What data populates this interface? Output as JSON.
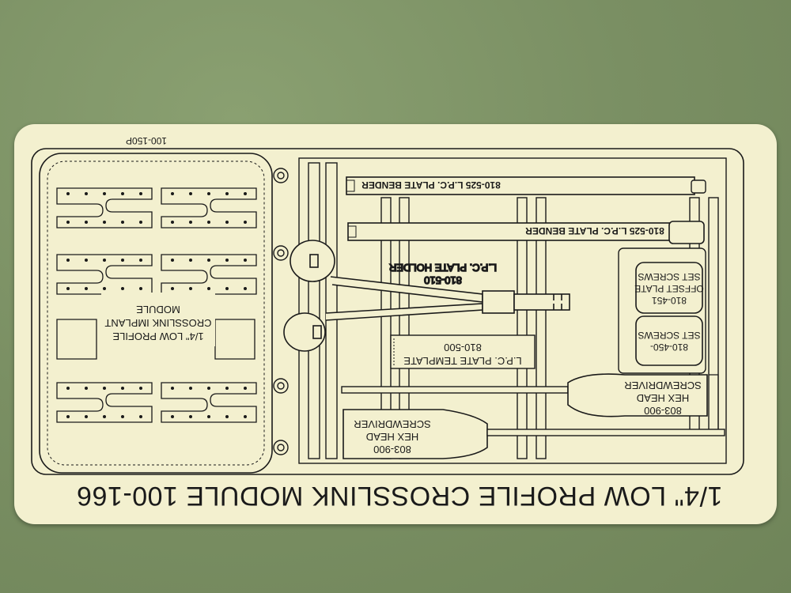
{
  "colors": {
    "background": "#7d9266",
    "card": "#f3f0cf",
    "ink": "#1a1a1a"
  },
  "labels": {
    "title": "1/4\" LOW PROFILE CROSSLINK MODULE 100-166",
    "part_code": "100-150P",
    "implant_module": [
      "1/4\" LOW PROFILE",
      "CROSSLINK IMPLANT",
      "MODULE"
    ],
    "plate_bender_upper": "810-525 L.P.C. PLATE BENDER",
    "plate_bender_lower": "810-525 L.P.C. PLATE BENDER",
    "plate_holder": [
      "810-510",
      "L.P.C. PLATE HOLDER"
    ],
    "plate_template": [
      "810-500",
      "L.P.C. PLATE TEMPLATE"
    ],
    "offset_screws": [
      "810-451",
      "OFFSET PLATE",
      "SET SCREWS"
    ],
    "set_screws": [
      "810-450-",
      "SET SCREWS"
    ],
    "screwdriver_left": [
      "803-900",
      "HEX HEAD",
      "SCREWDRIVER"
    ],
    "screwdriver_right": [
      "803-900",
      "HEX HEAD",
      "SCREWDRIVER"
    ]
  }
}
